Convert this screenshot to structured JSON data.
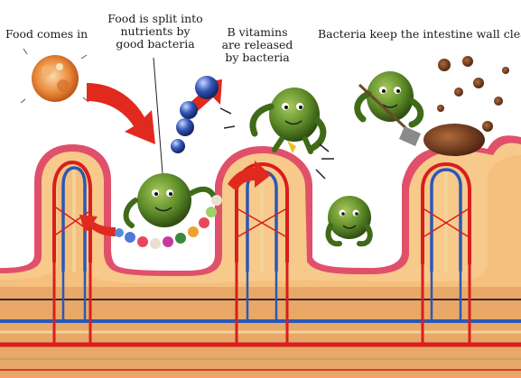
{
  "labels": {
    "food_in": "Food comes in",
    "split": [
      "Food is split into",
      "nutrients by",
      "good bacteria"
    ],
    "vitamins": [
      "B vitamins",
      "are released",
      "by bacteria"
    ],
    "clean": "Bacteria keep the intestine wall clean"
  },
  "colors": {
    "outer_lining": "#e0506a",
    "tissue": "#f7c98a",
    "artery": "#d81e1e",
    "vein": "#2a58b8",
    "bacteria": "#5e8c28",
    "arrow": "#e02a1e"
  }
}
